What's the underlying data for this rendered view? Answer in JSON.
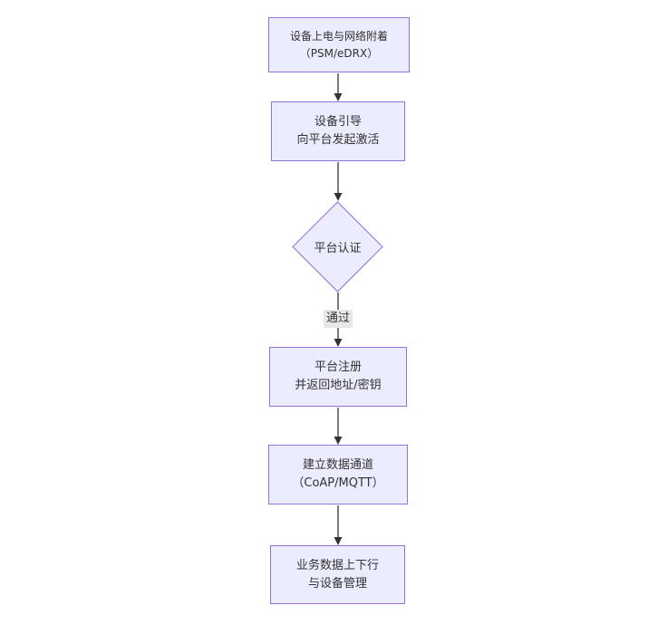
{
  "diagram": {
    "type": "flowchart-vertical",
    "background": "#FFFFFF",
    "colors": {
      "node_fill": "#ECECFF",
      "node_border": "#9370DB",
      "arrow": "#333333",
      "text": "#333333",
      "edge_label_bg": "#E8E8E8"
    },
    "nodes": [
      {
        "id": "device-power-attach",
        "shape": "rect",
        "lines": [
          "设备上电与网络附着",
          "（PSM/eDRX）"
        ]
      },
      {
        "id": "device-bootstrap",
        "shape": "rect",
        "lines": [
          "设备引导",
          "向平台发起激活"
        ]
      },
      {
        "id": "platform-auth",
        "shape": "diamond",
        "lines": [
          "平台认证"
        ]
      },
      {
        "id": "platform-register",
        "shape": "rect",
        "lines": [
          "平台注册",
          "并返回地址/密钥"
        ]
      },
      {
        "id": "data-channel",
        "shape": "rect",
        "lines": [
          "建立数据通道",
          "（CoAP/MQTT）"
        ]
      },
      {
        "id": "business-data",
        "shape": "rect",
        "lines": [
          "业务数据上下行",
          "与设备管理"
        ]
      }
    ],
    "edges": [
      {
        "from": "device-power-attach",
        "to": "device-bootstrap",
        "label": ""
      },
      {
        "from": "device-bootstrap",
        "to": "platform-auth",
        "label": ""
      },
      {
        "from": "platform-auth",
        "to": "platform-register",
        "label": "通过"
      },
      {
        "from": "platform-register",
        "to": "data-channel",
        "label": ""
      },
      {
        "from": "data-channel",
        "to": "business-data",
        "label": ""
      }
    ]
  }
}
